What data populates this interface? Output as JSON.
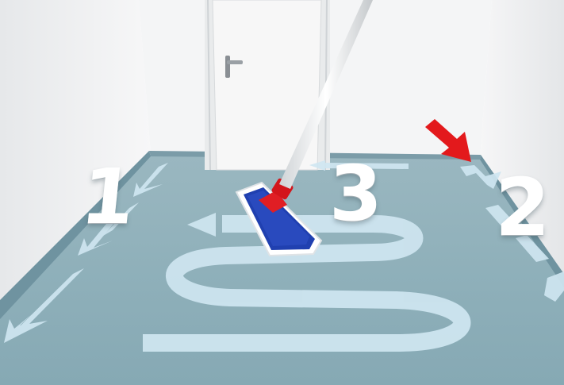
{
  "step_numbers": {
    "first": "1",
    "second": "2",
    "third": "3"
  },
  "colors": {
    "floor": "#8fb0ba",
    "floor_arrows": "#cfe6f1",
    "walls": "#f2f3f4",
    "mop_pad": "#2040b0",
    "mop_handle": "#f5f5f5",
    "mop_joint": "#e01e24",
    "pointer_arrow": "#e3191c"
  },
  "icons": [
    "mop",
    "pointer-arrow",
    "floor-direction-arrows",
    "door",
    "door-handle"
  ]
}
